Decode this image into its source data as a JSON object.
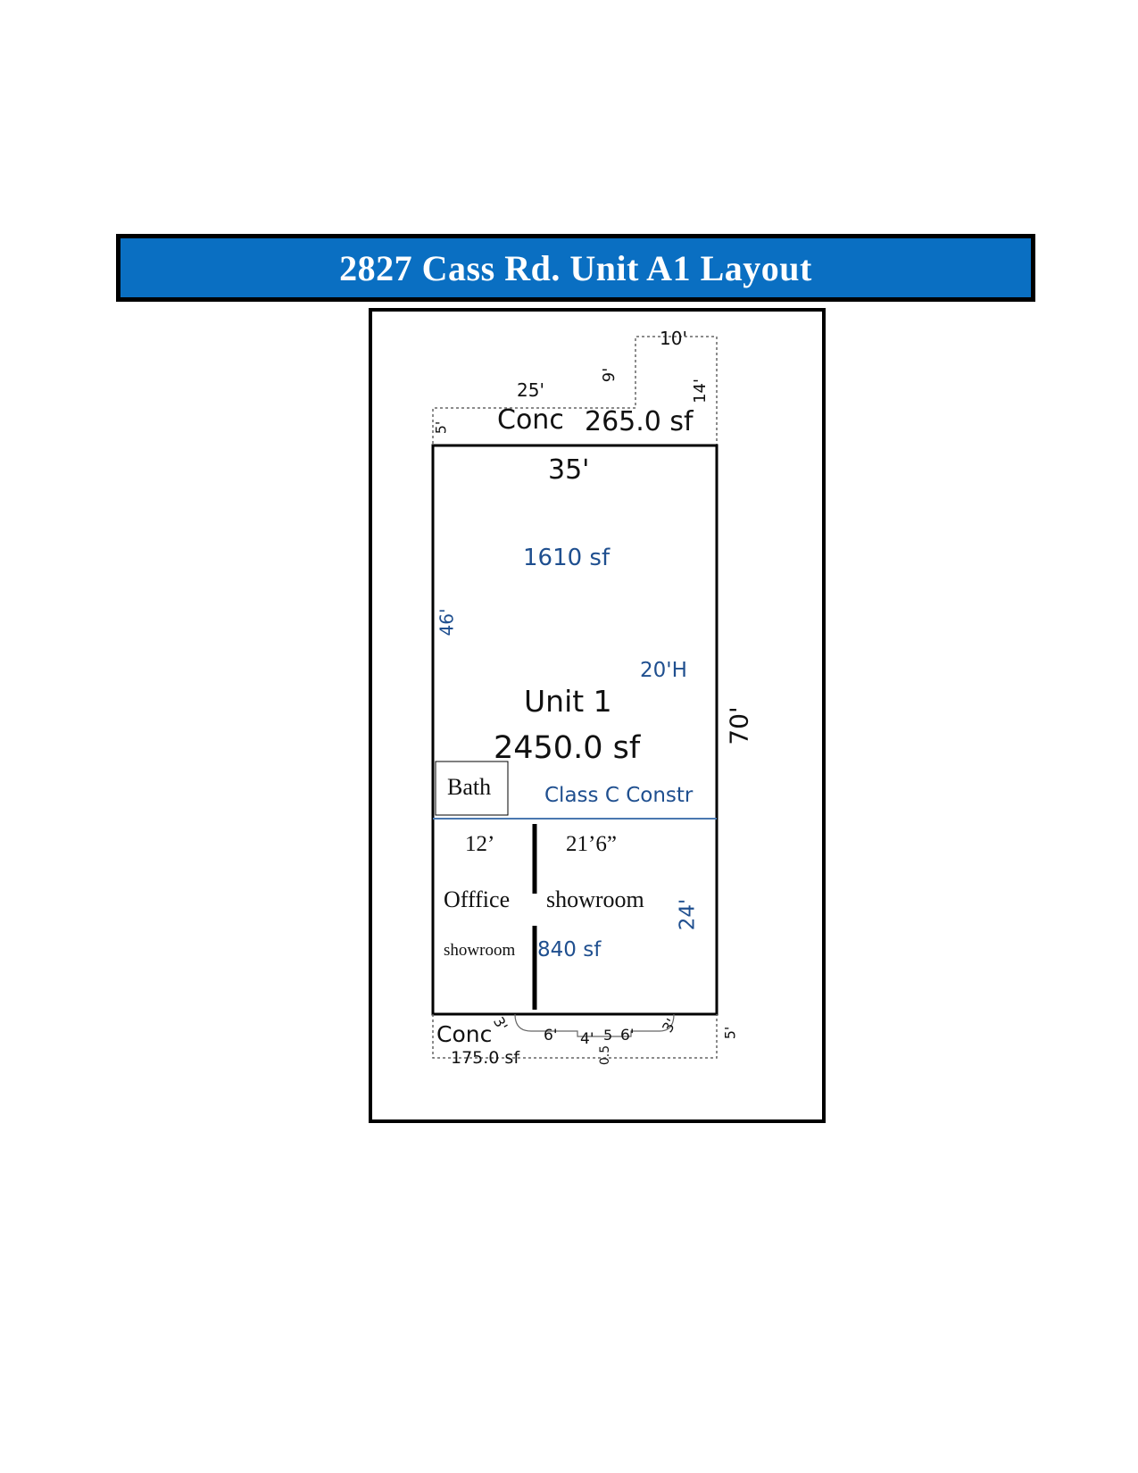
{
  "title": "2827 Cass Rd. Unit A1 Layout",
  "colors": {
    "banner": "#0a6fc2",
    "dimension_blue": "#1f4f8f",
    "line": "#000000"
  },
  "top_conc": {
    "label": "Conc",
    "area": "265.0 sf",
    "dims": {
      "w25": "25'",
      "h9": "9'",
      "w10": "10'",
      "h14": "14'",
      "h5": "5'"
    }
  },
  "unit": {
    "name": "Unit 1",
    "area": "2450.0 sf",
    "width": "35'",
    "height": "70'",
    "upper_area": "1610 sf",
    "upper_depth": "46'",
    "ceiling": "20'H",
    "construction": "Class C Constr"
  },
  "rooms": {
    "bath": "Bath",
    "office_width": "12’",
    "showroom_width": "21’6”",
    "office": "Offfice",
    "showroom": "showroom",
    "office_sub": "showroom",
    "lower_area": "840 sf",
    "lower_depth": "24'"
  },
  "bottom_conc": {
    "label": "Conc",
    "area": "175.0 sf",
    "dims": {
      "a": "3'",
      "b": "6'",
      "c": "4'",
      "d": "5",
      "e": "6'",
      "f": "3'",
      "g": "0.5",
      "h5": "5'"
    }
  }
}
